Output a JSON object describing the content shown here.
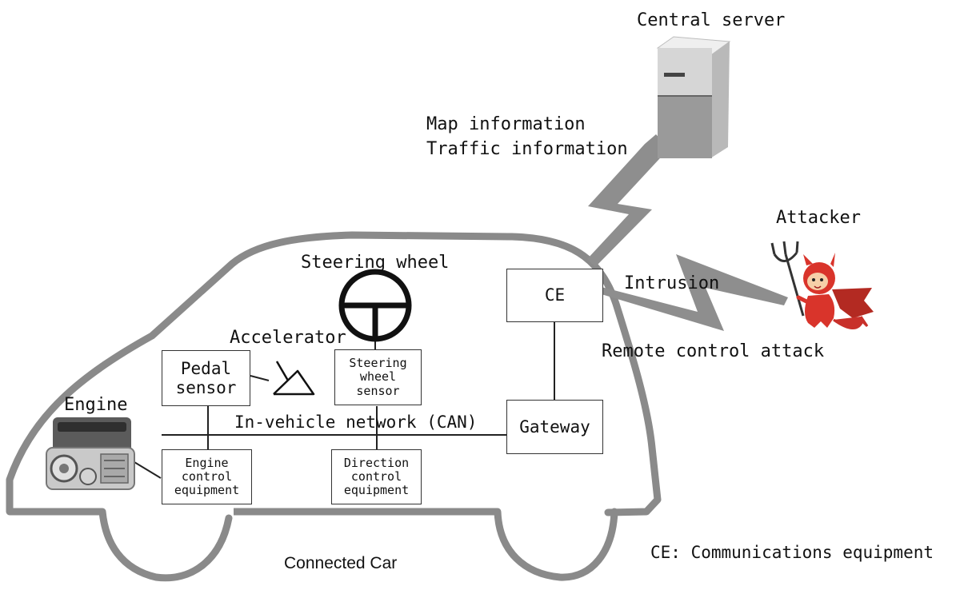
{
  "labels": {
    "central_server": "Central server",
    "map_information": "Map information",
    "traffic_information": "Traffic information",
    "attacker": "Attacker",
    "intrusion": "Intrusion",
    "remote_control_attack": "Remote control attack",
    "steering_wheel": "Steering wheel",
    "accelerator": "Accelerator",
    "engine": "Engine",
    "in_vehicle_network": "In-vehicle network (CAN)",
    "connected_car": "Connected Car",
    "ce_legend": "CE: Communications equipment"
  },
  "boxes": {
    "ce": [
      "CE"
    ],
    "gateway": [
      "Gateway"
    ],
    "pedal_sensor": [
      "Pedal",
      "sensor"
    ],
    "steering_wheel_sensor": [
      "Steering",
      "wheel",
      "sensor"
    ],
    "engine_control": [
      "Engine",
      "control",
      "equipment"
    ],
    "direction_control": [
      "Direction",
      "control",
      "equipment"
    ]
  },
  "colors": {
    "car_outline": "#8a8a8a",
    "lightning": "#8e8e8e",
    "server_light": "#d9d9d9",
    "server_dark": "#8f8f8f",
    "devil": "#d9342b",
    "line": "#222222"
  }
}
